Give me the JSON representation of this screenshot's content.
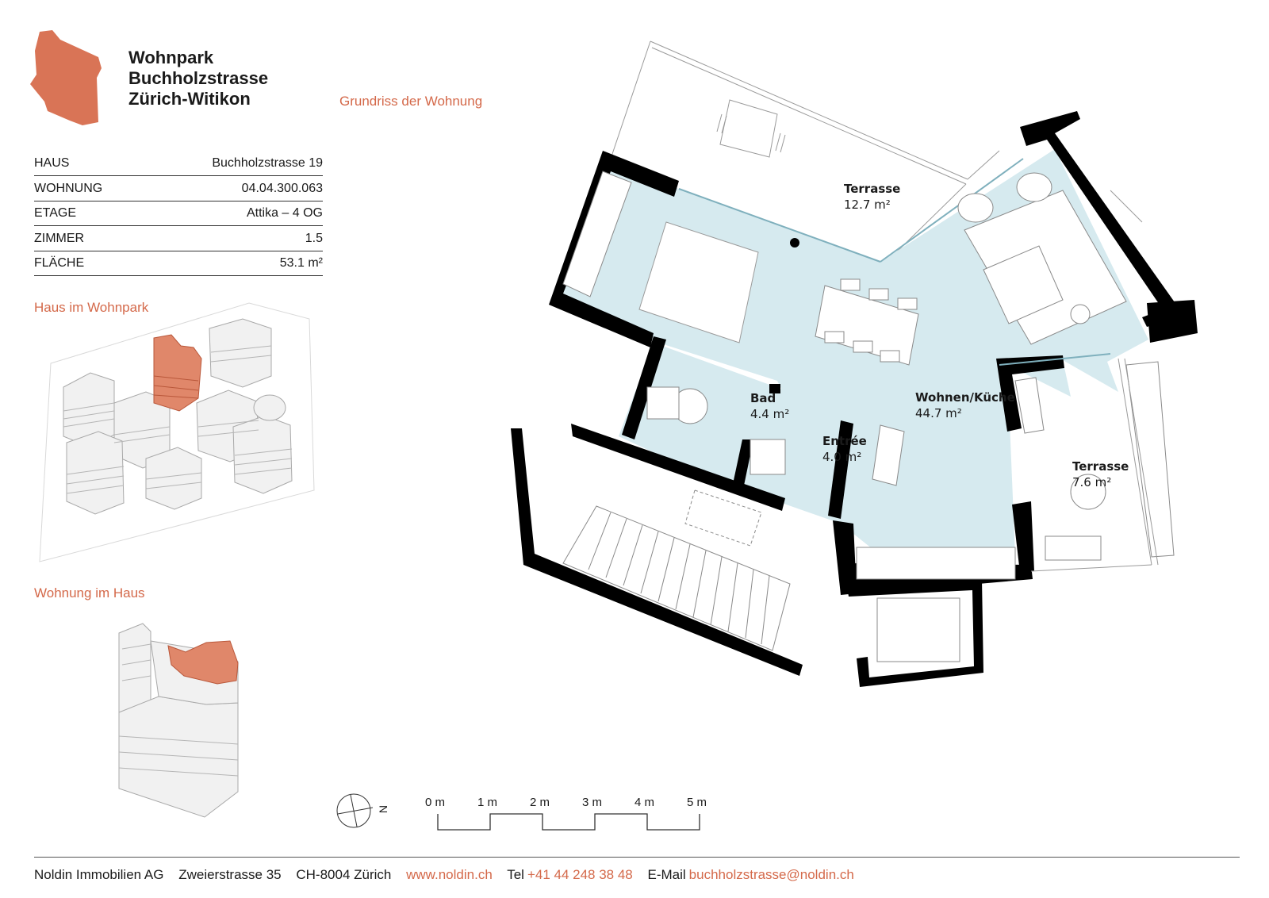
{
  "brand": {
    "title_lines": [
      "Wohnpark",
      "Buchholzstrasse",
      "Zürich-Witikon"
    ],
    "accent_color": "#d4694a",
    "logo_icon": "orange-hexagon-logo"
  },
  "plan_title": "Grundriss der Wohnung",
  "info": [
    {
      "label": "HAUS",
      "value": "Buchholzstrasse 19"
    },
    {
      "label": "WOHNUNG",
      "value": "04.04.300.063"
    },
    {
      "label": "ETAGE",
      "value": "Attika – 4 OG"
    },
    {
      "label": "ZIMMER",
      "value": "1.5"
    },
    {
      "label": "FLÄCHE",
      "value": "53.1 m²"
    }
  ],
  "sections": {
    "haus_im_wohnpark": "Haus im Wohnpark",
    "wohnung_im_haus": "Wohnung im Haus"
  },
  "rooms": {
    "terrasse_north": {
      "name": "Terrasse",
      "area": "12.7 m²"
    },
    "bad": {
      "name": "Bad",
      "area": "4.4 m²"
    },
    "wohnen": {
      "name": "Wohnen/Küche",
      "area": "44.7 m²"
    },
    "entree": {
      "name": "Entrée",
      "area": "4.0 m²"
    },
    "terrasse_east": {
      "name": "Terrasse",
      "area": "7.6 m²"
    }
  },
  "compass": {
    "label": "N"
  },
  "scale": {
    "ticks": [
      "0 m",
      "1 m",
      "2 m",
      "3 m",
      "4 m",
      "5 m"
    ]
  },
  "footer": {
    "company": "Noldin Immobilien AG",
    "street": "Zweierstrasse 35",
    "city": "CH-8004 Zürich",
    "website": "www.noldin.ch",
    "tel_label": "Tel",
    "tel": "+41 44 248 38 48",
    "email_label": "E-Mail",
    "email": "buchholzstrasse@noldin.ch"
  }
}
